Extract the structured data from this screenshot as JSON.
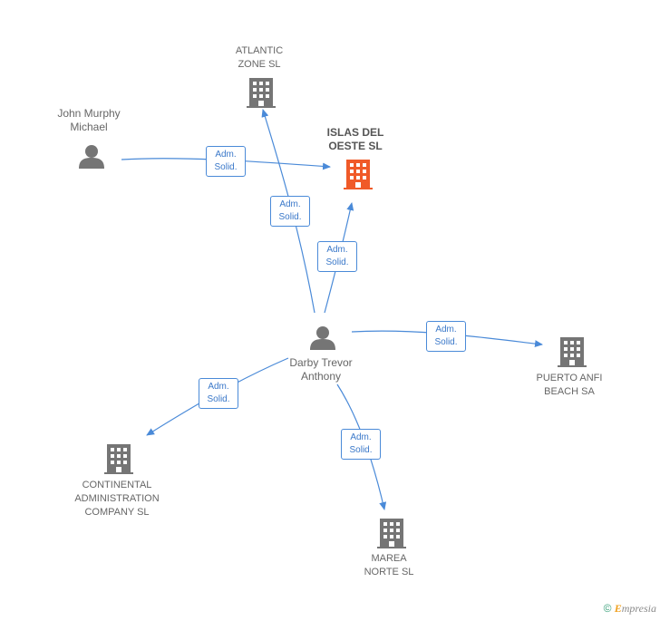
{
  "colors": {
    "edge": "#4a8ad8",
    "node": "#757575",
    "focus_company": "#f05a28"
  },
  "nodes": {
    "atlantic": {
      "line1": "ATLANTIC",
      "line2": "ZONE SL",
      "icon": "building-icon"
    },
    "john": {
      "line1": "John Murphy",
      "line2": "Michael",
      "icon": "person-icon"
    },
    "islas": {
      "line1": "ISLAS DEL",
      "line2": "OESTE SL",
      "icon": "building-icon"
    },
    "darby": {
      "line1": "Darby Trevor",
      "line2": "Anthony",
      "icon": "person-icon"
    },
    "puerto": {
      "line1": "PUERTO ANFI",
      "line2": "BEACH SA",
      "icon": "building-icon"
    },
    "continental": {
      "line1": "CONTINENTAL",
      "line2": "ADMINISTRATION",
      "line3": "COMPANY SL",
      "icon": "building-icon"
    },
    "marea": {
      "line1": "MAREA",
      "line2": "NORTE SL",
      "icon": "building-icon"
    }
  },
  "edges": {
    "john_islas": {
      "l1": "Adm.",
      "l2": "Solid."
    },
    "darby_atlantic": {
      "l1": "Adm.",
      "l2": "Solid."
    },
    "darby_islas": {
      "l1": "Adm.",
      "l2": "Solid."
    },
    "darby_puerto": {
      "l1": "Adm.",
      "l2": "Solid."
    },
    "darby_continental": {
      "l1": "Adm.",
      "l2": "Solid."
    },
    "darby_marea": {
      "l1": "Adm.",
      "l2": "Solid."
    }
  },
  "footer": {
    "copyright": "©",
    "brand_e": "E",
    "brand_rest": "mpresia"
  }
}
